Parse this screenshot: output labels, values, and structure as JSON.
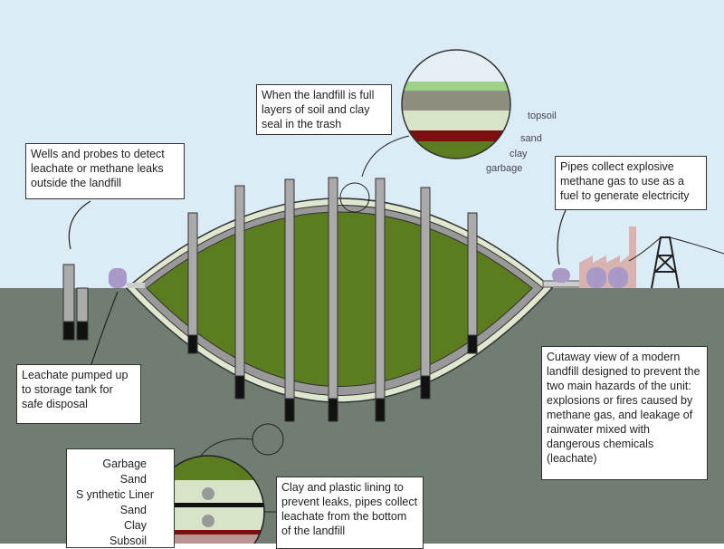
{
  "callouts": {
    "full": "When the landfill is full layers of soil and clay seal in the trash",
    "wells": "Wells and probes to detect leachate or methane leaks outside the landfill",
    "pipes": "Pipes collect explosive methane gas to use as a fuel to generate electricity",
    "leachate": "Leachate pumped up to storage tank for safe disposal",
    "cutaway": "Cutaway view of a modern landfill designed to prevent the two main hazards of the unit: explosions or fires caused by methane gas, and leakage of rainwater mixed with dangerous chemicals (leachate)",
    "lining": "Clay and plastic lining to prevent leaks, pipes collect leachate from the bottom of the landfill"
  },
  "top_layers": [
    "topsoil",
    "sand",
    "clay",
    "garbage"
  ],
  "bottom_layers": [
    "Garbage",
    "Sand",
    "S ynthetic Liner",
    "Sand",
    "Clay",
    "Subsoil"
  ],
  "colors": {
    "sky": "#dcecf6",
    "ground": "#6f7d72",
    "garbage": "#5b7d1f",
    "sand": "#d8e4c8",
    "clay": "#7a1010",
    "pipe": "#9a9a9a"
  }
}
